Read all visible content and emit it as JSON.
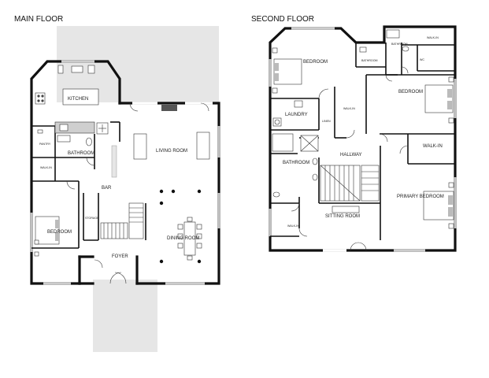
{
  "floors": {
    "main": {
      "title": "MAIN FLOOR",
      "rooms": {
        "kitchen": "KITCHEN",
        "pantry": "PANTRY",
        "bathroom": "BATHROOM",
        "walk_in": "WALK-IN",
        "living_room": "LIVING ROOM",
        "bar": "BAR",
        "storage": "STORAGE",
        "bedroom": "BEDROOM",
        "dining_room": "DINING ROOM",
        "foyer": "FOYER"
      }
    },
    "second": {
      "title": "SECOND FLOOR",
      "rooms": {
        "bedroom_1": "BEDROOM",
        "bathroom_small": "BATHROOM",
        "bathroom_top": "BATHROOM",
        "walk_in_top": "WALK-IN",
        "wc": "WC",
        "bedroom_2": "BEDROOM",
        "laundry": "LAUNDRY",
        "walk_in_mid": "WALK-IN",
        "linen": "LINEN",
        "hallway": "HALLWAY",
        "walk_in_right": "WALK-IN",
        "bathroom_main": "BATHROOM",
        "primary_bedroom": "PRIMARY BEDROOM",
        "sitting_room": "SITTING ROOM",
        "walk_in_bottom": "WALK-IN"
      }
    }
  },
  "colors": {
    "wall": "#111111",
    "exterior_area": "#e6e6e6",
    "fixture": "#ffffff",
    "furniture_dark": "#555555"
  }
}
